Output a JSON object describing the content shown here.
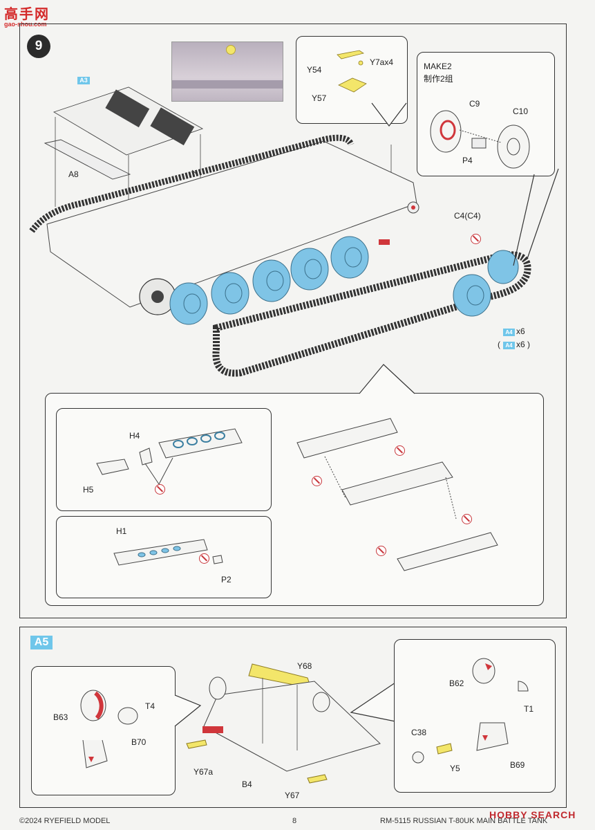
{
  "header": {
    "logo_text": "高手网",
    "logo_sub": "gao-shou.com"
  },
  "step9": {
    "number": "9",
    "tag": "A3",
    "labels": {
      "a8": "A8",
      "y54": "Y54",
      "y7": "Y7ax4",
      "y57": "Y57",
      "make2": "MAKE2",
      "make2_cn": "制作2组",
      "c9": "C9",
      "c10": "C10",
      "p4": "P4",
      "c4": "C4(C4)",
      "a4_x6": "x6",
      "a4_x6b": "x6",
      "h4": "H4",
      "h5": "H5",
      "h1": "H1",
      "p2": "P2",
      "a4": "A4",
      "paren_open": "(",
      "paren_close": ")"
    }
  },
  "stepA5": {
    "tag": "A5",
    "labels": {
      "y68": "Y68",
      "b63": "B63",
      "t4": "T4",
      "b70": "B70",
      "y67a": "Y67a",
      "b4": "B4",
      "y67": "Y67",
      "b62": "B62",
      "t1": "T1",
      "c38": "C38",
      "y5": "Y5",
      "b69": "B69"
    }
  },
  "footer": {
    "copyright": "©2024 RYEFIELD MODEL",
    "page": "8",
    "title": "RM-5115 RUSSIAN T-80UK MAIN BATTLE TANK",
    "watermark": "HOBBY SEARCH"
  },
  "colors": {
    "wheel_blue": "#7fc4e6",
    "yellow_part": "#f3e66a",
    "red_part": "#d0363b",
    "tag_blue": "#6fc6ea"
  }
}
